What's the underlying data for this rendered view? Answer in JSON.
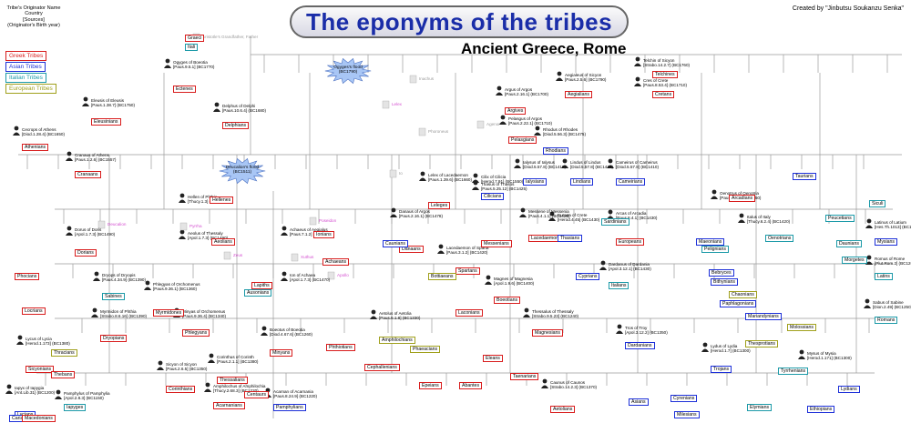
{
  "title": "The eponyms of the tribes",
  "subtitle": "Ancient Greece, Rome",
  "credit": "Created by \"Jinbutsu Soukanzu Senka\"",
  "legend": {
    "header": [
      "Tribe's Originator Name",
      "Country",
      "[Sources]",
      "(Originator's Birth year)"
    ],
    "items": [
      {
        "label": "Greek Tribes",
        "kind": "greek"
      },
      {
        "label": "Asian Tribes",
        "kind": "asian"
      },
      {
        "label": "Italian Tribes",
        "kind": "italian"
      },
      {
        "label": "European Tribes",
        "kind": "european"
      }
    ]
  },
  "colors": {
    "greek": "#d81c1c",
    "asian": "#1c2fd8",
    "italian": "#1c9aa8",
    "european": "#a0a01c",
    "title": "#1a2da8",
    "line": "#9a9a9a"
  },
  "floods": [
    {
      "text": "Ogyges's flood (BC1790)"
    },
    {
      "text": "Deucalion's flood (BC1511)"
    }
  ],
  "nodes": [
    {
      "text": "Aristotle's Grandfather, Father",
      "style": "muted"
    },
    {
      "text": "Ogyges of Boeotia [Paus.9.5.1] (BC1770)",
      "style": "plain"
    },
    {
      "text": "Eleusis of Eleusis [Paus.1.38.7] (BC1750)",
      "style": "plain"
    },
    {
      "text": "Delphus of Delphi [Paus.10.6.4] (BC1680)",
      "style": "plain"
    },
    {
      "text": "Cecrops of Athens [Diod.1.28.4] (BC1650)",
      "style": "plain"
    },
    {
      "text": "Cranaus of Athens [Paus.1.2.6] (BC1557)",
      "style": "plain"
    },
    {
      "text": "Hellen of Phthia [Thucy.1.3] (BC1510)",
      "style": "plain"
    },
    {
      "text": "Aeolus of Thessaly [Apol.1.7.3] (BC1490)",
      "style": "plain"
    },
    {
      "text": "Dorus of Doris [Apol.1.7.3] (BC1490)",
      "style": "plain"
    },
    {
      "text": "Xuthus",
      "style": "pink"
    },
    {
      "text": "Ion of Achaea [Apol.1.7.3] (BC1470)",
      "style": "plain"
    },
    {
      "text": "Achaeus of Aegialus [Paus.7.1.2] (BC1460)",
      "style": "plain"
    },
    {
      "text": "Danaus of Argos [Paus.2.16.1] (BC1478)",
      "style": "plain"
    },
    {
      "text": "Lelex of Lacedaemon [Paus.1.39.6] (BC1660)",
      "style": "plain"
    },
    {
      "text": "Argus of Argos [Paus.2.16.1] (BC1700)",
      "style": "plain"
    },
    {
      "text": "Aegialeus of Sicyon [Paus.2.5.6] (BC1790)",
      "style": "plain"
    },
    {
      "text": "Rhodus of Rhodes [Diod.5.56.3] (BC1475)",
      "style": "plain"
    },
    {
      "text": "Ialysus of Ialysus [Diod.5.57.8] (BC1410)",
      "style": "plain"
    },
    {
      "text": "Lindus of Lindus [Diod.5.57.8] (BC1410)",
      "style": "plain"
    },
    {
      "text": "Cameirus of Cameirus [Diod.5.57.8] (BC1410)",
      "style": "plain"
    },
    {
      "text": "Telchin of Sicyon [Strabo.14.2.7] (BC1760)",
      "style": "plain"
    },
    {
      "text": "Cres of Crete [Paus.8.53.4] (BC1710)",
      "style": "plain"
    },
    {
      "text": "Pelasgus of Argos [Paus.2.22.1] (BC1710)",
      "style": "plain"
    },
    {
      "text": "Lacedaemon of Sparta [Paus.3.1.2] (BC1420)",
      "style": "plain"
    },
    {
      "text": "Messene of Messenia [Paus.4.1.1] (BC1420)",
      "style": "plain"
    },
    {
      "text": "Cilix of Cilicia [Herod.7.91] (BC1550)",
      "style": "plain"
    },
    {
      "text": "Thasus of Thasos [Paus.5.25.12] (BC1425)",
      "style": "plain"
    },
    {
      "text": "Europa of Crete [Herod.4.45] (BC1430)",
      "style": "plain"
    },
    {
      "text": "Arcas of Arcadia [Paus.8.4.1] (BC1430)",
      "style": "plain"
    },
    {
      "text": "Oenotrus of Oenotria [Paus.8.3.5] (BC1450)",
      "style": "plain"
    },
    {
      "text": "Italus of Italy [Thucy.6.2.4] (BC1420)",
      "style": "plain"
    },
    {
      "text": "Dardanus of Dardania [Apol.3.12.1] (BC1430)",
      "style": "plain"
    },
    {
      "text": "Tros of Troy [Apol.3.12.2] (BC1350)",
      "style": "plain"
    },
    {
      "text": "Lydus of Lydia [Herod.1.7] (BC1300)",
      "style": "plain"
    },
    {
      "text": "Mysus of Mysia [Herod.1.171] (BC1300)",
      "style": "plain"
    },
    {
      "text": "Latinus of Latium [Hes.Th.1013] (BC1200)",
      "style": "plain"
    },
    {
      "text": "Romus of Rome [Plut.Rom.2] (BC1200)",
      "style": "plain"
    },
    {
      "text": "Sabus of Sabine [Dion.2.49] (BC1250)",
      "style": "plain"
    },
    {
      "text": "Dryops of Dryopis [Paus.4.34.9] (BC1390)",
      "style": "plain"
    },
    {
      "text": "Myrmidon of Phthia [Strabo.8.6.16] (BC1390)",
      "style": "plain"
    },
    {
      "text": "Phlegyas of Orchomenus [Paus.9.36.1] (BC1360)",
      "style": "plain"
    },
    {
      "text": "Minyas of Orchomenus [Paus.9.36.4] (BC1340)",
      "style": "plain"
    },
    {
      "text": "Boeotus of Boeotia [Diod.4.67.6] (BC1260)",
      "style": "plain"
    },
    {
      "text": "Magnes of Magnesia [Apol.1.9.6] (BC1400)",
      "style": "plain"
    },
    {
      "text": "Thessalus of Thessaly [Strabo.9.5.23] (BC1240)",
      "style": "plain"
    },
    {
      "text": "Corinthus of Corinth [Paus.2.1.1] (BC1380)",
      "style": "plain"
    },
    {
      "text": "Sicyon of Sicyon [Paus.2.6.5] (BC1350)",
      "style": "plain"
    },
    {
      "text": "Lycus of Lycia [Herod.1.173] (BC1380)",
      "style": "plain"
    },
    {
      "text": "Iapyx of Iapygia [Ant.Lib.31] (BC1200)",
      "style": "plain"
    },
    {
      "text": "Pamphylus of Pamphylia [Apol.2.8.3] (BC1150)",
      "style": "plain"
    },
    {
      "text": "Acarnan of Acarnania [Paus.8.24.9] (BC1220)",
      "style": "plain"
    },
    {
      "text": "Amphilochus of Amphilochia [Thucy.2.68.3] (BC1220)",
      "style": "plain"
    },
    {
      "text": "Aetolus of Aetolia [Paus.5.1.8] (BC1330)",
      "style": "plain"
    },
    {
      "text": "Caunus of Caunos [Strabo.14.2.3] (BC1370)",
      "style": "plain"
    },
    {
      "text": "Lelex",
      "style": "pink"
    },
    {
      "text": "Deucalion",
      "style": "pink"
    },
    {
      "text": "Pyrrha",
      "style": "pink"
    },
    {
      "text": "Inachus",
      "style": "muted"
    },
    {
      "text": "Phoroneus",
      "style": "muted"
    },
    {
      "text": "Agenor",
      "style": "muted"
    },
    {
      "text": "Zeus",
      "style": "pink"
    },
    {
      "text": "Io",
      "style": "muted"
    },
    {
      "text": "Poseidon",
      "style": "pink"
    },
    {
      "text": "Apollo",
      "style": "pink"
    }
  ],
  "tribes": [
    {
      "label": "Graeci",
      "kind": "greek"
    },
    {
      "label": "Itali",
      "kind": "italian"
    },
    {
      "label": "Ectenes",
      "kind": "greek"
    },
    {
      "label": "Eleusinians",
      "kind": "greek"
    },
    {
      "label": "Delphians",
      "kind": "greek"
    },
    {
      "label": "Athenians",
      "kind": "greek"
    },
    {
      "label": "Cranaans",
      "kind": "greek"
    },
    {
      "label": "Hellenes",
      "kind": "greek"
    },
    {
      "label": "Aeolians",
      "kind": "greek"
    },
    {
      "label": "Dorians",
      "kind": "greek"
    },
    {
      "label": "Ionians",
      "kind": "greek"
    },
    {
      "label": "Achaeans",
      "kind": "greek"
    },
    {
      "label": "Danaans",
      "kind": "greek"
    },
    {
      "label": "Leleges",
      "kind": "greek"
    },
    {
      "label": "Argives",
      "kind": "greek"
    },
    {
      "label": "Aegialians",
      "kind": "greek"
    },
    {
      "label": "Rhodians",
      "kind": "asian"
    },
    {
      "label": "Ialysians",
      "kind": "asian"
    },
    {
      "label": "Lindians",
      "kind": "asian"
    },
    {
      "label": "Cameirians",
      "kind": "asian"
    },
    {
      "label": "Telchines",
      "kind": "greek"
    },
    {
      "label": "Cretans",
      "kind": "greek"
    },
    {
      "label": "Pelasgians",
      "kind": "greek"
    },
    {
      "label": "Spartans",
      "kind": "greek"
    },
    {
      "label": "Lacedaemonians",
      "kind": "greek"
    },
    {
      "label": "Messenians",
      "kind": "greek"
    },
    {
      "label": "Cilicians",
      "kind": "asian"
    },
    {
      "label": "Thasians",
      "kind": "asian"
    },
    {
      "label": "Europeans",
      "kind": "greek"
    },
    {
      "label": "Arcadians",
      "kind": "greek"
    },
    {
      "label": "Oenotrians",
      "kind": "italian"
    },
    {
      "label": "Italians",
      "kind": "italian"
    },
    {
      "label": "Dardanians",
      "kind": "asian"
    },
    {
      "label": "Trojans",
      "kind": "asian"
    },
    {
      "label": "Lydians",
      "kind": "asian"
    },
    {
      "label": "Mysians",
      "kind": "asian"
    },
    {
      "label": "Latins",
      "kind": "italian"
    },
    {
      "label": "Romans",
      "kind": "italian"
    },
    {
      "label": "Sabines",
      "kind": "italian"
    },
    {
      "label": "Dryopians",
      "kind": "greek"
    },
    {
      "label": "Myrmidones",
      "kind": "greek"
    },
    {
      "label": "Phlegyans",
      "kind": "greek"
    },
    {
      "label": "Minyans",
      "kind": "greek"
    },
    {
      "label": "Boeotians",
      "kind": "greek"
    },
    {
      "label": "Magnesians",
      "kind": "greek"
    },
    {
      "label": "Thessalians",
      "kind": "greek"
    },
    {
      "label": "Corinthians",
      "kind": "greek"
    },
    {
      "label": "Sicyonians",
      "kind": "greek"
    },
    {
      "label": "Lycians",
      "kind": "asian"
    },
    {
      "label": "Iapyges",
      "kind": "italian"
    },
    {
      "label": "Pamphylians",
      "kind": "asian"
    },
    {
      "label": "Acarnanians",
      "kind": "greek"
    },
    {
      "label": "Amphilochians",
      "kind": "european"
    },
    {
      "label": "Aetolians",
      "kind": "greek"
    },
    {
      "label": "Caunians",
      "kind": "asian"
    },
    {
      "label": "Sardinians",
      "kind": "italian"
    },
    {
      "label": "Cyprians",
      "kind": "asian"
    },
    {
      "label": "Carians",
      "kind": "asian"
    },
    {
      "label": "Thracians",
      "kind": "european"
    },
    {
      "label": "Macedonians",
      "kind": "greek"
    },
    {
      "label": "Bottiaeans",
      "kind": "european"
    },
    {
      "label": "Phocians",
      "kind": "greek"
    },
    {
      "label": "Locrians",
      "kind": "greek"
    },
    {
      "label": "Thebans",
      "kind": "greek"
    },
    {
      "label": "Cephallenians",
      "kind": "greek"
    },
    {
      "label": "Epeians",
      "kind": "greek"
    },
    {
      "label": "Eleans",
      "kind": "greek"
    },
    {
      "label": "Laconians",
      "kind": "greek"
    },
    {
      "label": "Abantes",
      "kind": "greek"
    },
    {
      "label": "Phaeacians",
      "kind": "european"
    },
    {
      "label": "Taenarians",
      "kind": "greek"
    },
    {
      "label": "Cyrenians",
      "kind": "asian"
    },
    {
      "label": "Milesians",
      "kind": "asian"
    },
    {
      "label": "Elymians",
      "kind": "italian"
    },
    {
      "label": "Tyrrhenians",
      "kind": "italian"
    },
    {
      "label": "Pelignians",
      "kind": "italian"
    },
    {
      "label": "Chaonians",
      "kind": "european"
    },
    {
      "label": "Thesprotians",
      "kind": "european"
    },
    {
      "label": "Molossians",
      "kind": "european"
    },
    {
      "label": "Bebryces",
      "kind": "asian"
    },
    {
      "label": "Bithynians",
      "kind": "asian"
    },
    {
      "label": "Paphlagonians",
      "kind": "asian"
    },
    {
      "label": "Mariandynians",
      "kind": "asian"
    },
    {
      "label": "Maeonians",
      "kind": "asian"
    },
    {
      "label": "Taurians",
      "kind": "asian"
    },
    {
      "label": "Peucetians",
      "kind": "italian"
    },
    {
      "label": "Daunians",
      "kind": "italian"
    },
    {
      "label": "Morgetes",
      "kind": "italian"
    },
    {
      "label": "Siculi",
      "kind": "italian"
    },
    {
      "label": "Ausonians",
      "kind": "italian"
    },
    {
      "label": "Lapiths",
      "kind": "greek"
    },
    {
      "label": "Centaurs",
      "kind": "greek"
    },
    {
      "label": "Phthiotians",
      "kind": "greek"
    },
    {
      "label": "Ethiopians",
      "kind": "asian"
    },
    {
      "label": "Asians",
      "kind": "asian"
    }
  ]
}
